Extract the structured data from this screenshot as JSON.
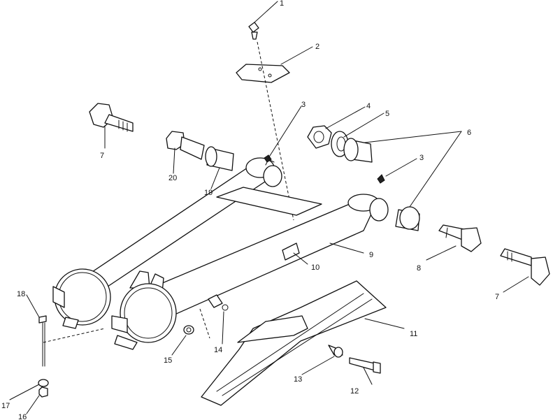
{
  "callouts": {
    "c1": "1",
    "c2": "2",
    "c3a": "3",
    "c3b": "3",
    "c4": "4",
    "c5": "5",
    "c6": "6",
    "c7a": "7",
    "c7b": "7",
    "c8": "8",
    "c9": "9",
    "c10": "10",
    "c11": "11",
    "c12": "12",
    "c13": "13",
    "c14": "14",
    "c15": "15",
    "c16": "16",
    "c17": "17",
    "c18": "18",
    "c19": "19",
    "c20": "20"
  },
  "colors": {
    "line": "#111111",
    "background": "#ffffff"
  }
}
